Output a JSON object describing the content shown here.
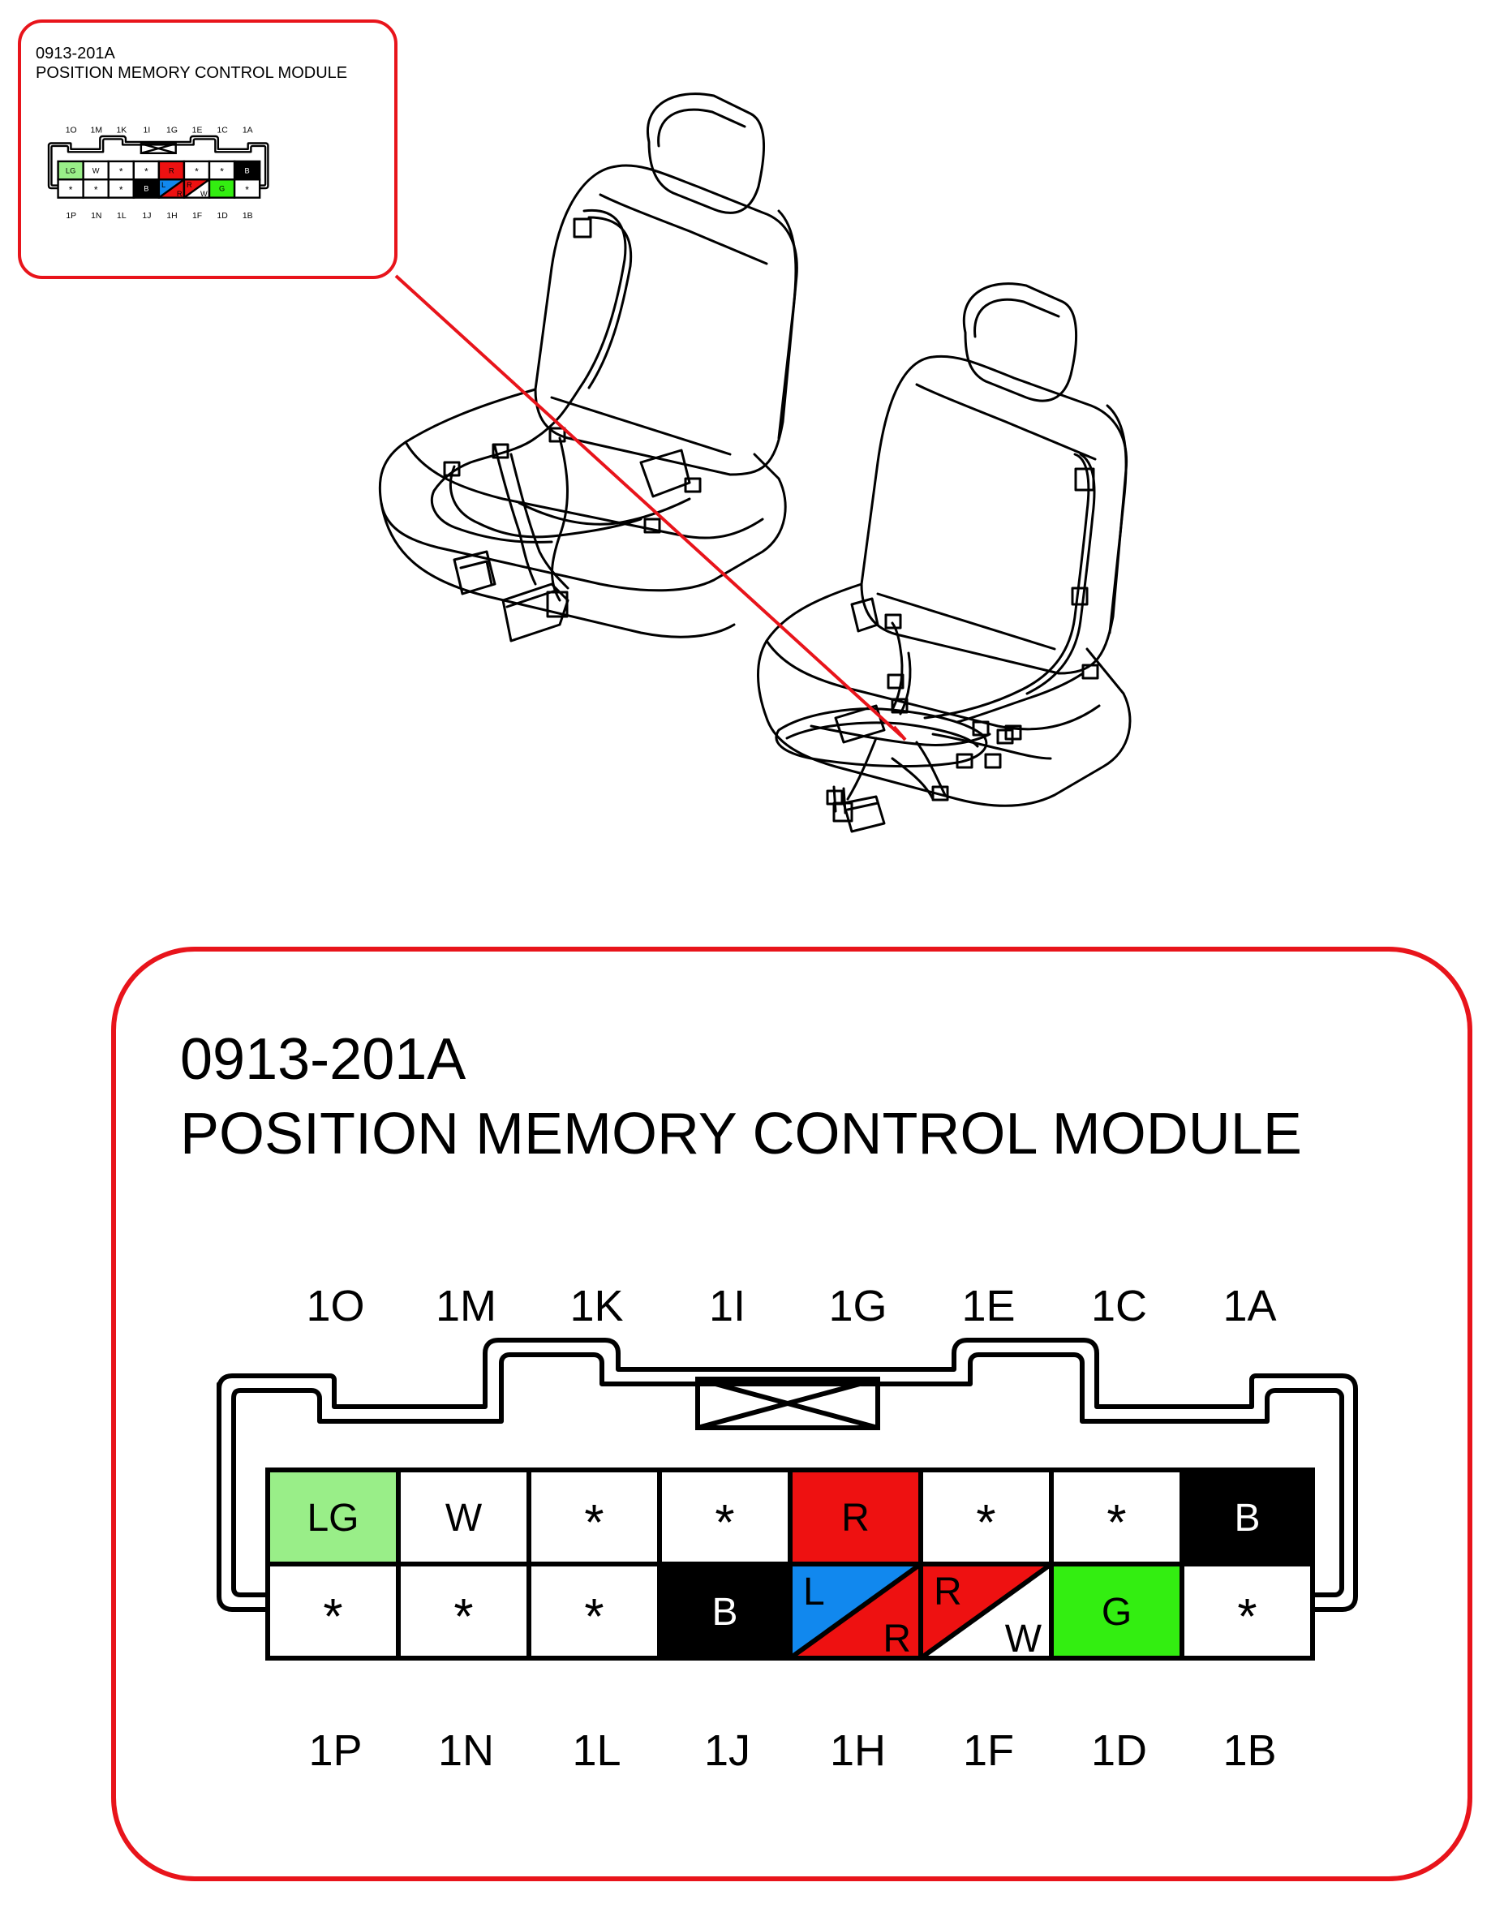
{
  "module": {
    "code": "0913-201A",
    "name": "POSITION MEMORY CONTROL MODULE"
  },
  "colors": {
    "frame_accent": "#e8141b",
    "LG": "#99ee88",
    "G": "#33ee11",
    "R": "#ee1111",
    "L": "#1188ee",
    "B": "#000000",
    "W": "#ffffff"
  },
  "connector": {
    "top_pin_labels": [
      "1O",
      "1M",
      "1K",
      "1I",
      "1G",
      "1E",
      "1C",
      "1A"
    ],
    "bottom_pin_labels": [
      "1P",
      "1N",
      "1L",
      "1J",
      "1H",
      "1F",
      "1D",
      "1B"
    ],
    "top_row": [
      {
        "pin": "1O",
        "kind": "solid",
        "color": "LG",
        "text": "LG"
      },
      {
        "pin": "1M",
        "kind": "solid",
        "color": "W",
        "text": "W"
      },
      {
        "pin": "1K",
        "kind": "empty",
        "text": "*"
      },
      {
        "pin": "1I",
        "kind": "empty",
        "text": "*"
      },
      {
        "pin": "1G",
        "kind": "solid",
        "color": "R",
        "text": "R"
      },
      {
        "pin": "1E",
        "kind": "empty",
        "text": "*"
      },
      {
        "pin": "1C",
        "kind": "empty",
        "text": "*"
      },
      {
        "pin": "1A",
        "kind": "solid",
        "color": "B",
        "text": "B"
      }
    ],
    "bottom_row": [
      {
        "pin": "1P",
        "kind": "empty",
        "text": "*"
      },
      {
        "pin": "1N",
        "kind": "empty",
        "text": "*"
      },
      {
        "pin": "1L",
        "kind": "empty",
        "text": "*"
      },
      {
        "pin": "1J",
        "kind": "solid",
        "color": "B",
        "text": "B"
      },
      {
        "pin": "1H",
        "kind": "split",
        "color": "L",
        "stripe": "R",
        "text": "L",
        "text2": "R"
      },
      {
        "pin": "1F",
        "kind": "split",
        "color": "R",
        "stripe": "W",
        "text": "R",
        "text2": "W"
      },
      {
        "pin": "1D",
        "kind": "solid",
        "color": "G",
        "text": "G"
      },
      {
        "pin": "1B",
        "kind": "empty",
        "text": "*"
      }
    ]
  }
}
